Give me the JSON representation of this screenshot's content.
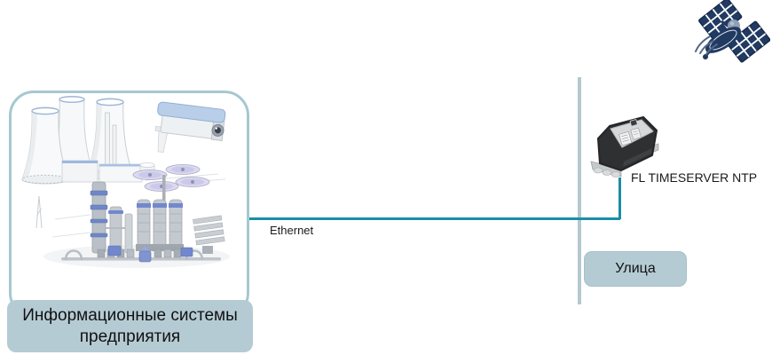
{
  "diagram": {
    "enterprise": {
      "label_line1": "Информационные системы",
      "label_line2": "предприятия"
    },
    "ethernet": {
      "label": "Ethernet"
    },
    "timeserver": {
      "label": "FL TIMESERVER NTP"
    },
    "street": {
      "label": "Улица"
    },
    "icons": {
      "satellite": "gps-satellite-icon",
      "enterprise_illustration": "industrial-plant-cctv-illustration",
      "timeserver_device": "ntp-antenna-device-icon"
    },
    "colors": {
      "ethernet_line": "#1b8ea6",
      "wall_line": "#b5c8d0",
      "box_border": "#a6c8d1",
      "label_fill": "#b5cbd4",
      "satellite": "#203a61"
    }
  }
}
